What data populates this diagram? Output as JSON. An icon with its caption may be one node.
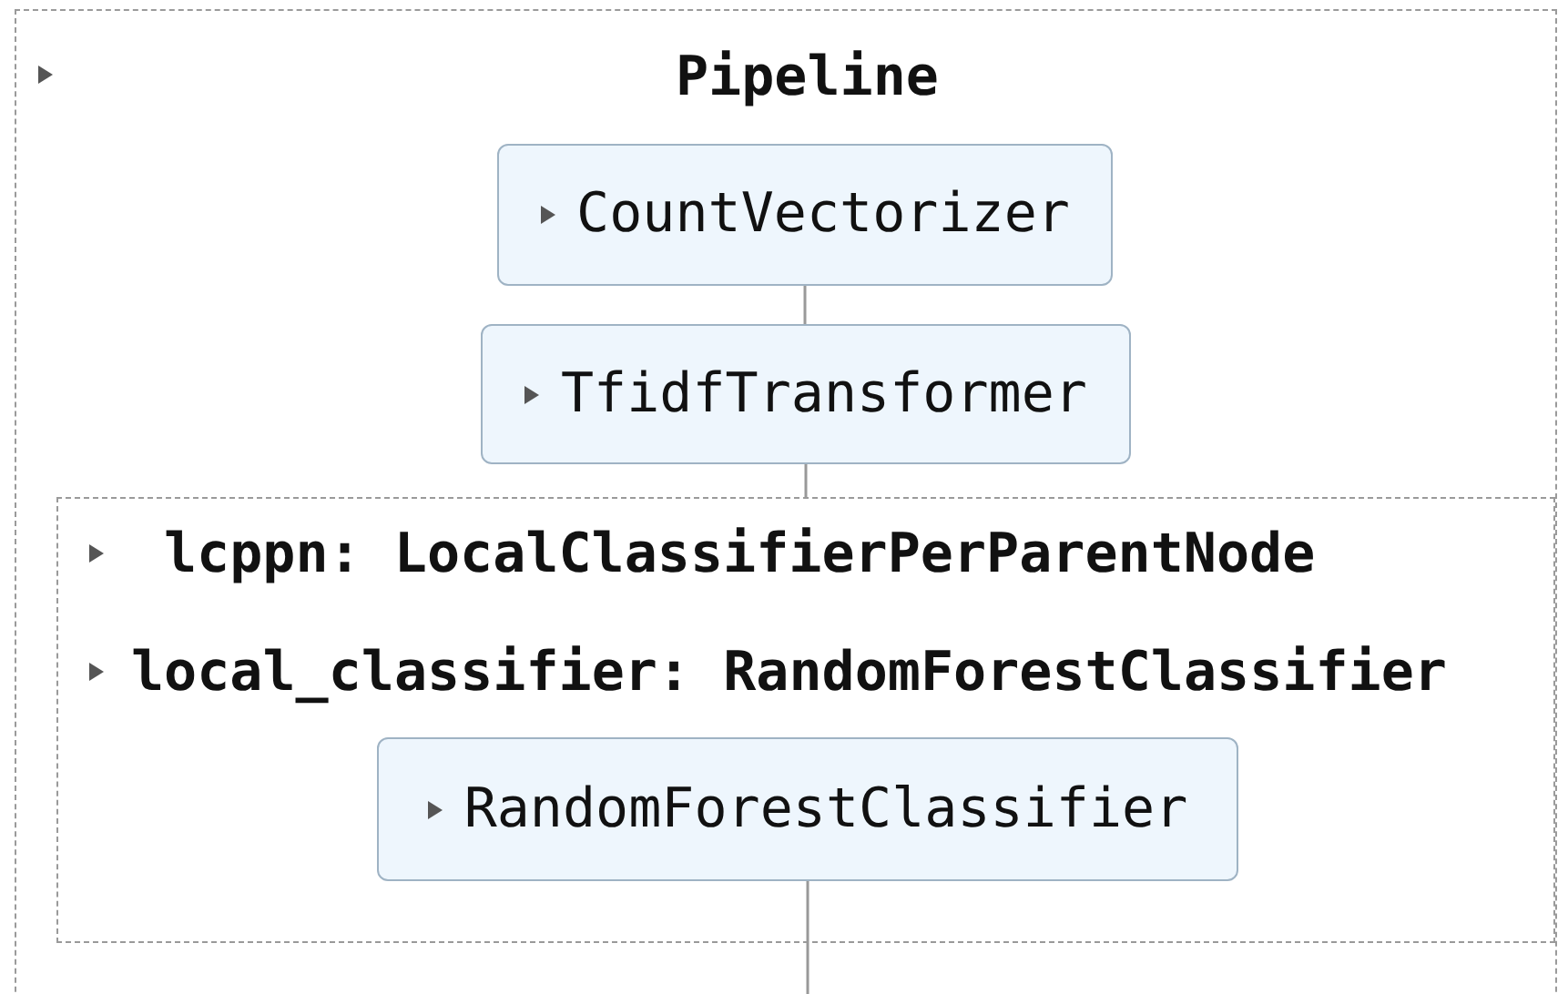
{
  "diagram": {
    "nodes": [
      {
        "text": [
          "Pipeline"
        ]
      },
      {
        "text": [
          "CountVectorizer"
        ],
        "in": 0
      },
      {
        "text": [
          "TfidfTransformer"
        ],
        "in": 0
      },
      {
        "text": [
          "lcppn: LocalClassifierPerParentNode",
          "local_classifier: RandomForestClassifier"
        ],
        "in": 0
      },
      {
        "text": [
          "RandomForestClassifier"
        ],
        "in": 3
      }
    ],
    "edges": [
      {
        "from": 1,
        "to": 2,
        "arrow": "none"
      },
      {
        "from": 2,
        "to": 3,
        "arrow": "none"
      },
      {
        "from": 4,
        "to": null,
        "arrow": "none"
      }
    ]
  }
}
